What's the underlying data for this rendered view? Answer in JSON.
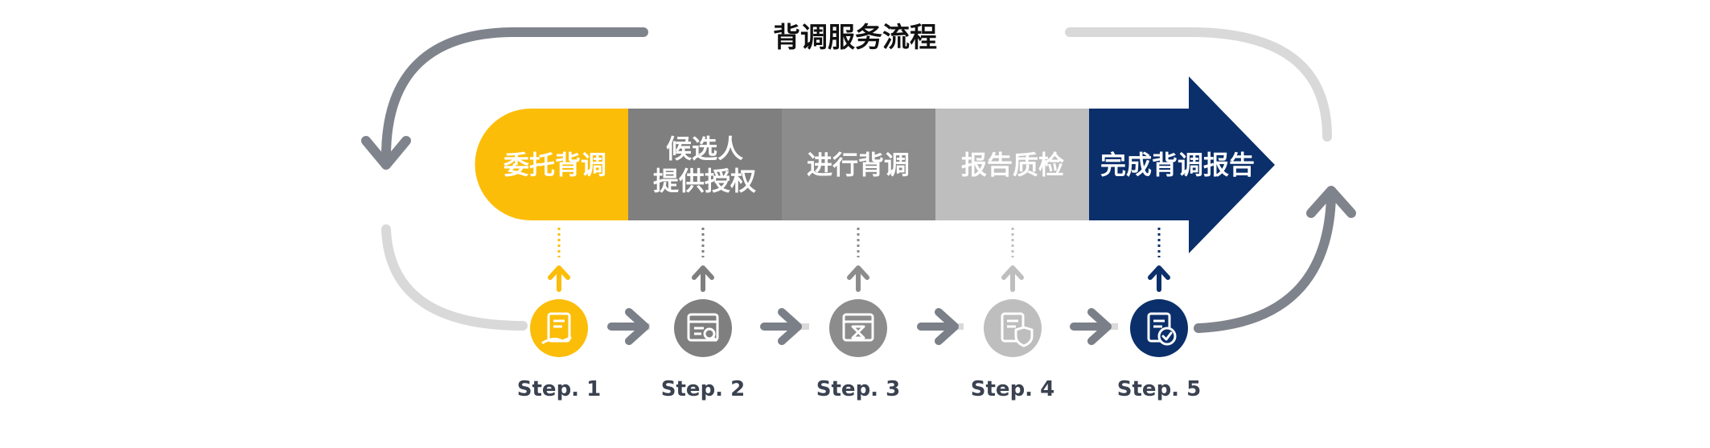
{
  "title": "背调服务流程",
  "colors": {
    "yellow": "#FBBD08",
    "gray_dark": "#7F7F7F",
    "gray_mid": "#8C8C8C",
    "gray_light": "#BEBEBE",
    "navy": "#0B2F6A",
    "arrow_gray": "#7B7F88",
    "cycle_dark": "#7F838C",
    "cycle_light": "#D9D9D9"
  },
  "segments": [
    {
      "id": "s1",
      "lines": [
        "委托背调"
      ],
      "color": "yellow"
    },
    {
      "id": "s2",
      "lines": [
        "候选人",
        "提供授权"
      ],
      "color": "gray_dark"
    },
    {
      "id": "s3",
      "lines": [
        "进行背调"
      ],
      "color": "gray_mid"
    },
    {
      "id": "s4",
      "lines": [
        "报告质检"
      ],
      "color": "gray_light"
    },
    {
      "id": "s5",
      "lines": [
        "完成背调报告"
      ],
      "color": "navy"
    }
  ],
  "steps": [
    {
      "label": "Step. 1",
      "icon": "document-hand-icon",
      "color": "yellow"
    },
    {
      "label": "Step. 2",
      "icon": "browser-search-icon",
      "color": "gray_dark"
    },
    {
      "label": "Step. 3",
      "icon": "browser-hourglass-icon",
      "color": "gray_mid"
    },
    {
      "label": "Step. 4",
      "icon": "document-shield-icon",
      "color": "gray_light"
    },
    {
      "label": "Step. 5",
      "icon": "document-check-icon",
      "color": "navy"
    }
  ]
}
